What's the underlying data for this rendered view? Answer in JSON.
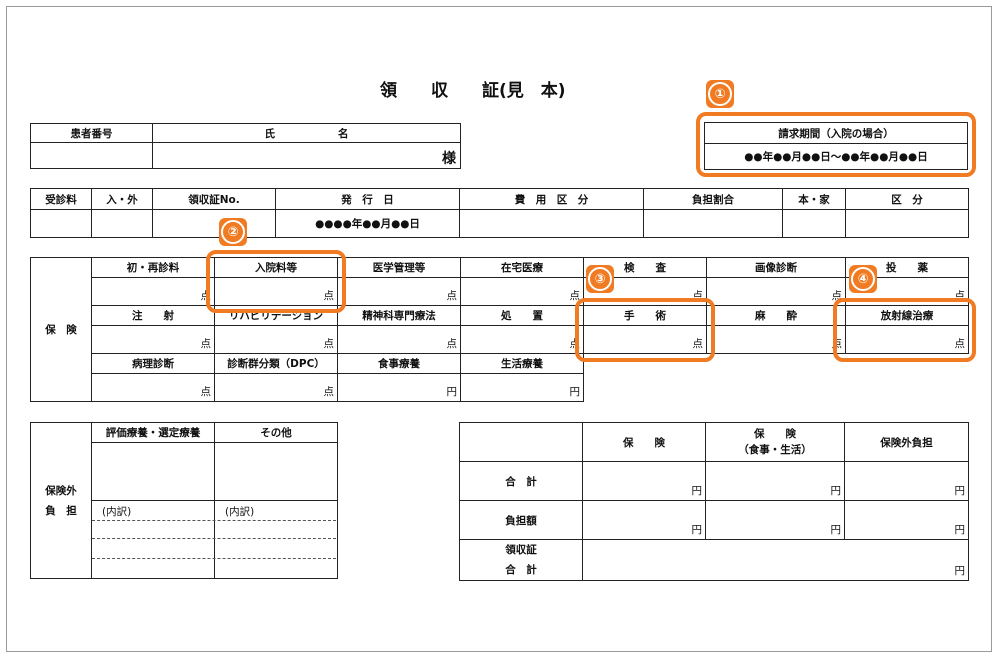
{
  "title": "領　　収　　証(見　本)",
  "patient": {
    "id_label": "患者番号",
    "name_label": "氏　　　　　　名",
    "honorific": "様"
  },
  "billing_period": {
    "label": "請求期間（入院の場合）",
    "value": "●●年●●月●●日～●●年●●月●●日"
  },
  "visit": {
    "headers": [
      "受診料",
      "入・外",
      "領収証No.",
      "発　行　日",
      "費　用　区　分",
      "負担割合",
      "本・家",
      "区　分"
    ],
    "issue_date": "●●●●年●●月●●日"
  },
  "insurance": {
    "side_label": "保　険",
    "row1": [
      "初・再診料",
      "入院料等",
      "医学管理等",
      "在宅医療",
      "検　　査",
      "画像診断",
      "投　　薬"
    ],
    "row2": [
      "注　　射",
      "リハビリテーション",
      "精神科専門療法",
      "処　　置",
      "手　　術",
      "麻　　酔",
      "放射線治療"
    ],
    "row3": [
      "病理診断",
      "診断群分類（DPC）",
      "食事療養",
      "生活療養"
    ],
    "unit_point": "点",
    "unit_yen": "円"
  },
  "out_of_insurance": {
    "side_label_1": "保険外",
    "side_label_2": "負　担",
    "col1": "評価療養・選定療養",
    "col2": "その他",
    "breakdown": "(内訳)"
  },
  "totals": {
    "col_insurance": "保　　険",
    "col_insurance_meal_1": "保　　険",
    "col_insurance_meal_2": "（食事・生活）",
    "col_out": "保険外負担",
    "row_total": "合　計",
    "row_burden": "負担額",
    "row_receipt_1": "領収証",
    "row_receipt_2": "合　計",
    "unit_yen": "円"
  },
  "callouts": [
    "①",
    "②",
    "③",
    "④"
  ],
  "colors": {
    "accent": "#f07b22"
  }
}
